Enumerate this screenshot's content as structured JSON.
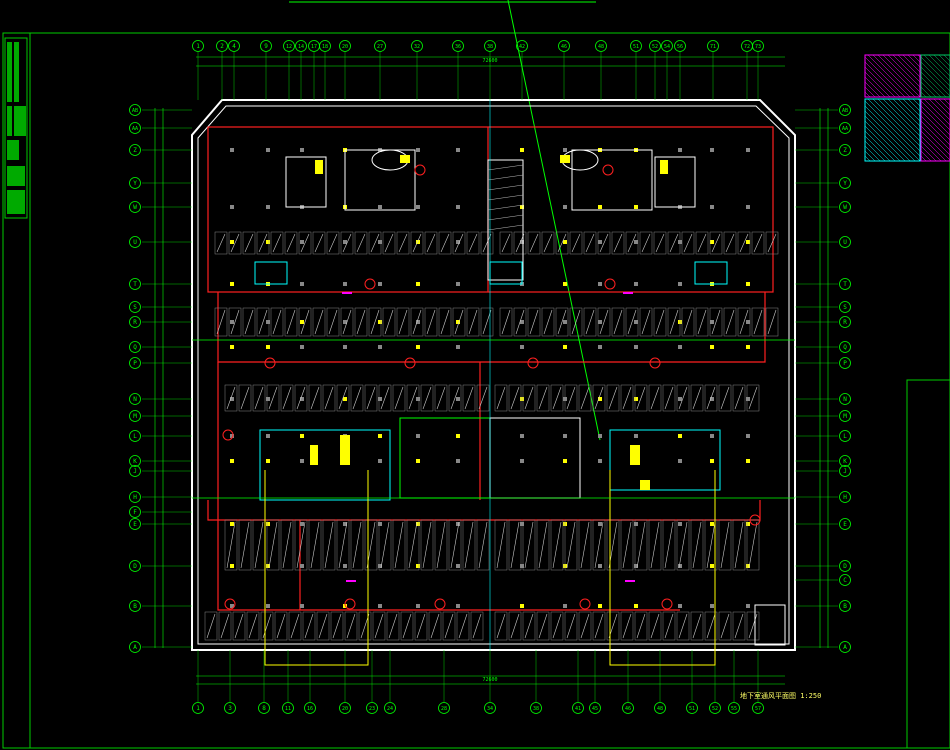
{
  "drawing": {
    "caption": "地下室通风平面图 1:250",
    "top_total": "72600",
    "bottom_total": "72600",
    "colors": {
      "background": "#000000",
      "frame": "#00cc00",
      "grid": "#00ff00",
      "wall": "#ffffff",
      "red_line": "#ff2020",
      "cyan": "#00ffff",
      "yellow": "#ffff00",
      "magenta": "#ff00ff"
    }
  },
  "axes": {
    "top": [
      "1",
      "2",
      "4",
      "9",
      "12",
      "14",
      "17",
      "18",
      "20",
      "27",
      "32",
      "36",
      "38",
      "42",
      "46",
      "48",
      "51",
      "52",
      "54",
      "56",
      "71",
      "72",
      "73"
    ],
    "bottom": [
      "1",
      "3",
      "8",
      "11",
      "16",
      "20",
      "23",
      "24",
      "28",
      "34",
      "38",
      "41",
      "45",
      "46",
      "48",
      "51",
      "52",
      "55",
      "57"
    ],
    "left": [
      "AB",
      "AA",
      "Z",
      "Y",
      "W",
      "U",
      "T",
      "S",
      "R",
      "Q",
      "P",
      "N",
      "M",
      "L",
      "K",
      "J",
      "H",
      "F",
      "E",
      "D",
      "B",
      "A"
    ],
    "right": [
      "AB",
      "AA",
      "Z",
      "Y",
      "W",
      "U",
      "T",
      "S",
      "R",
      "Q",
      "P",
      "N",
      "M",
      "L",
      "K",
      "J",
      "H",
      "E",
      "D",
      "C",
      "B",
      "A"
    ]
  },
  "legend": {
    "swatches": [
      {
        "color": "#ff00ff"
      },
      {
        "color": "#00cc66"
      },
      {
        "color": "#00ffff"
      },
      {
        "color": "#ff00ff"
      }
    ]
  }
}
